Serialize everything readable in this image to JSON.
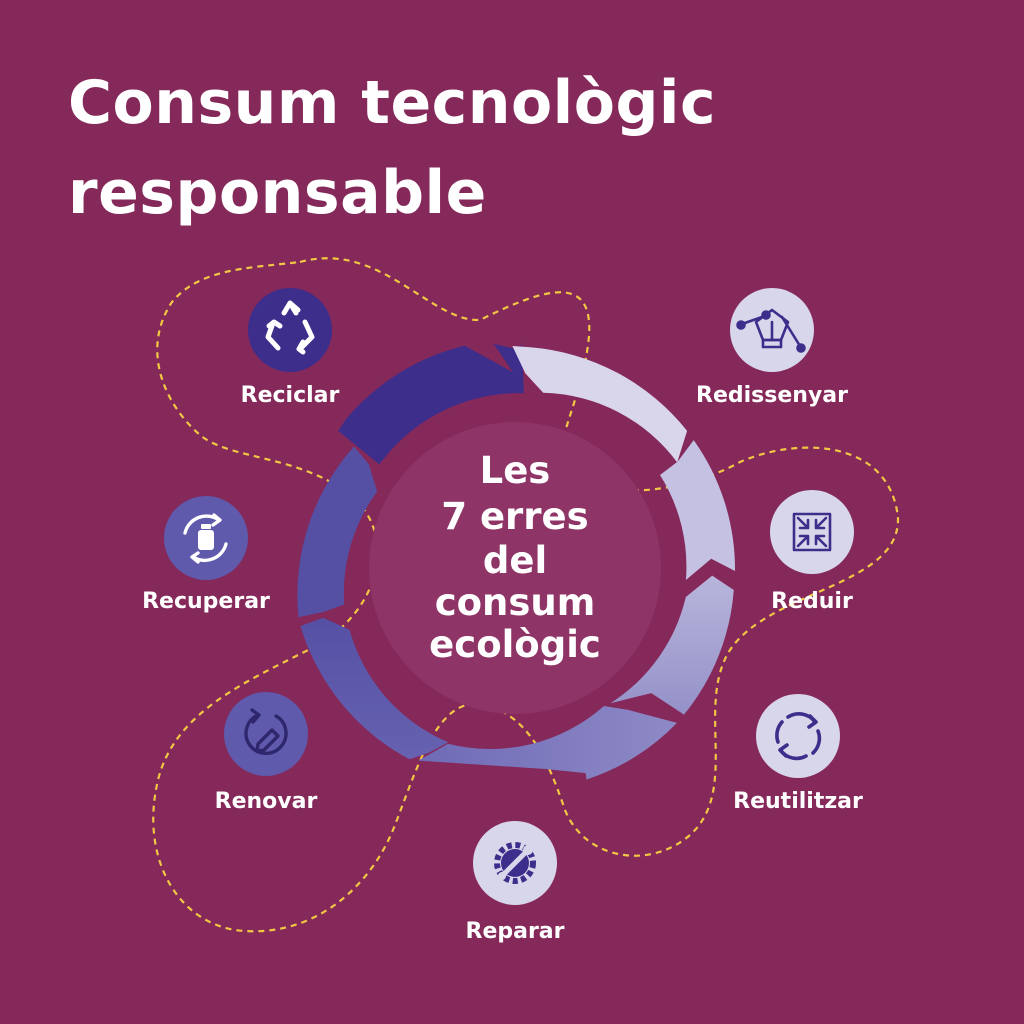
{
  "title": {
    "line1": "Consum tecnològic",
    "line2": "responsable"
  },
  "center": {
    "lines": [
      "Les",
      "7 erres",
      "del",
      "consum",
      "ecològic"
    ]
  },
  "items": [
    {
      "label": "Reciclar",
      "icon": "recycle-icon"
    },
    {
      "label": "Redissenyar",
      "icon": "pen-tool-icon"
    },
    {
      "label": "Reduir",
      "icon": "compress-icon"
    },
    {
      "label": "Reutilitzar",
      "icon": "cycle-arrows-icon"
    },
    {
      "label": "Reparar",
      "icon": "wrench-gear-icon"
    },
    {
      "label": "Renovar",
      "icon": "renew-pencil-icon"
    },
    {
      "label": "Recuperar",
      "icon": "recover-bottle-icon"
    }
  ],
  "colors": {
    "background": "#85285a",
    "dashed_path": "#f2c744",
    "ring_dark": "#3d2e8c",
    "ring_mid": "#5e58a8",
    "ring_light": "#d9d6ec",
    "icon_dark_bg": "#3d2e8c",
    "icon_light_bg": "#d8d6ea",
    "center_disc": "#8f3466"
  }
}
